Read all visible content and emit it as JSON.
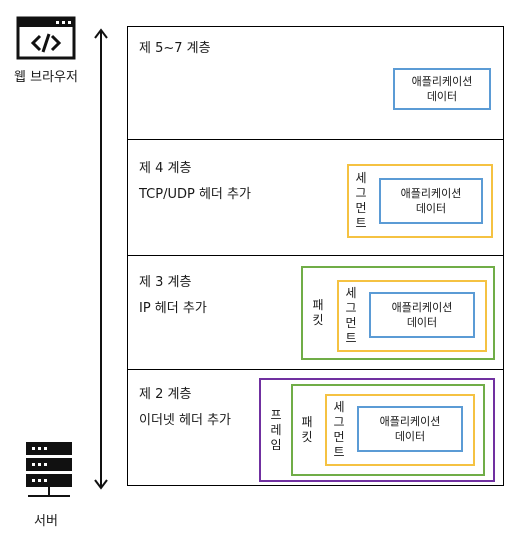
{
  "left": {
    "browser_label": "웹 브라우저",
    "server_label": "서버"
  },
  "layers": [
    {
      "title": "제 5~7 계층",
      "subtitle": ""
    },
    {
      "title": "제 4 계층",
      "subtitle": "TCP/UDP 헤더 추가"
    },
    {
      "title": "제 3 계층",
      "subtitle": "IP 헤더 추가"
    },
    {
      "title": "제 2 계층",
      "subtitle": "이더넷 헤더 추가"
    }
  ],
  "boxes": {
    "app_line1": "애플리케이션",
    "app_line2": "데이터",
    "segment": [
      "세",
      "그",
      "먼",
      "트"
    ],
    "packet": [
      "패",
      "킷"
    ],
    "frame": [
      "프",
      "레",
      "임"
    ]
  },
  "colors": {
    "app": "#5b9bd5",
    "segment": "#f5c242",
    "packet": "#70ad47",
    "frame": "#7030a0"
  }
}
